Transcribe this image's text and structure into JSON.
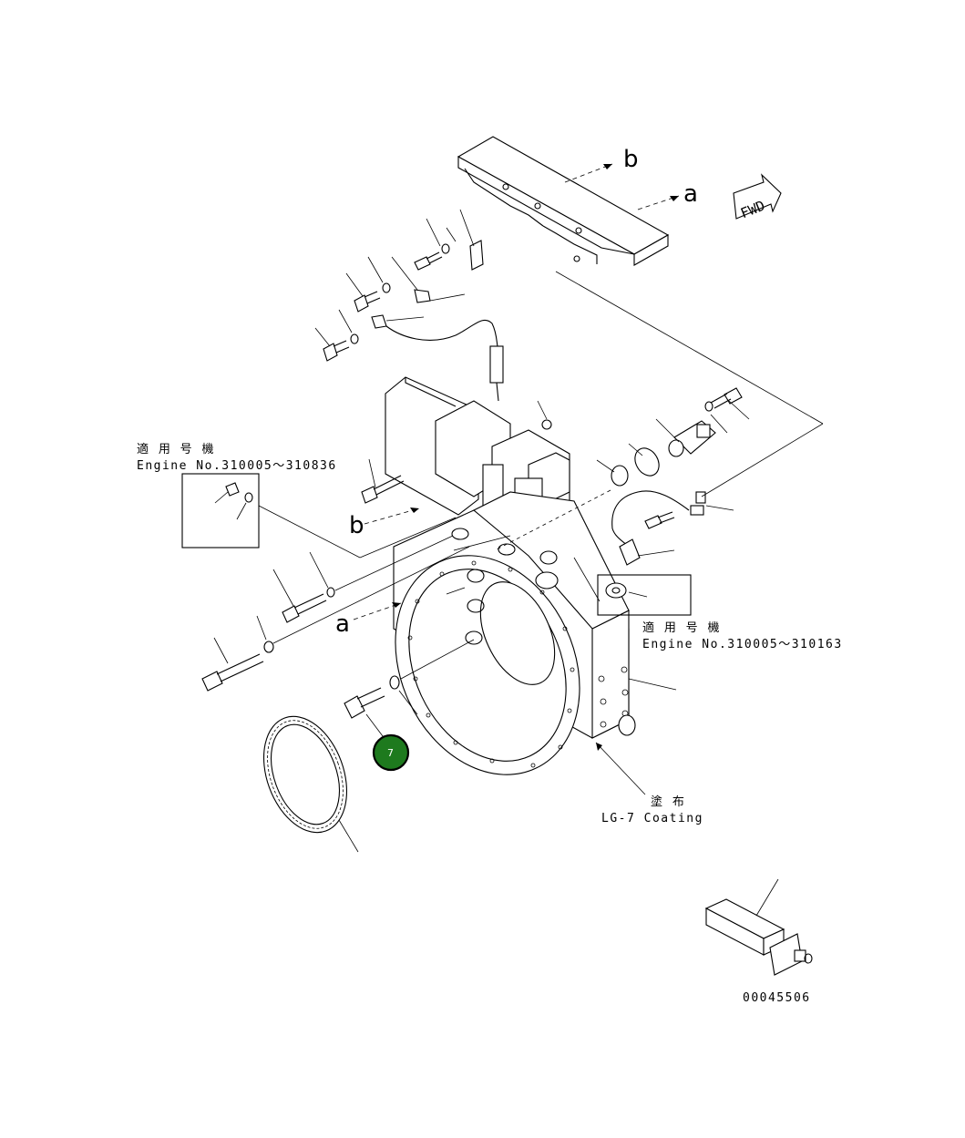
{
  "labels": {
    "applicable_note_1_jp": "適 用 号 機",
    "applicable_note_1_en": "Engine No.310005～310836",
    "applicable_note_2_jp": "適 用 号 機",
    "applicable_note_2_en": "Engine No.310005～310163",
    "coating_jp": "塗 布",
    "coating_en": "LG-7 Coating",
    "fwd": "FWD",
    "ref_a": "a",
    "ref_b": "b",
    "drawing_number": "00045506"
  },
  "callouts": [
    {
      "number": "7",
      "color": "#1e7a1e"
    }
  ]
}
